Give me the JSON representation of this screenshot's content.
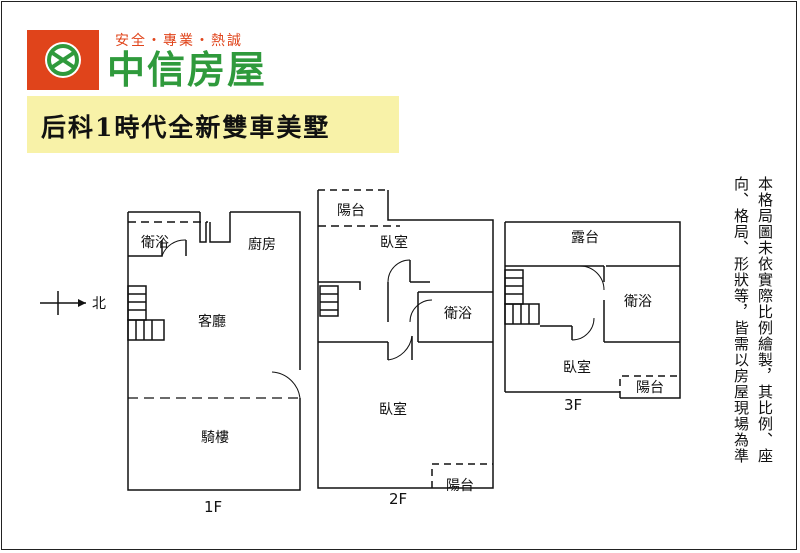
{
  "brand": {
    "slogan": "安全・專業・熱誠",
    "name": "中信房屋",
    "colors": {
      "orange": "#e0441b",
      "green": "#2f9a3c",
      "banner": "#f8f2a8"
    }
  },
  "listing_title": "后科1時代全新雙車美墅",
  "compass": {
    "label": "北",
    "icon": "north-arrow-icon"
  },
  "floors": [
    {
      "level": "1F",
      "rooms": [
        "衛浴",
        "廚房",
        "客廳",
        "騎樓"
      ]
    },
    {
      "level": "2F",
      "rooms": [
        "陽台",
        "臥室",
        "衛浴",
        "臥室",
        "陽台"
      ]
    },
    {
      "level": "3F",
      "rooms": [
        "露台",
        "衛浴",
        "臥室",
        "陽台"
      ]
    }
  ],
  "disclaimer": {
    "line1": "本格局圖未依實際比例繪製，其比例、座",
    "line2": "向、格局、形狀等，皆需以房屋現場為準"
  }
}
